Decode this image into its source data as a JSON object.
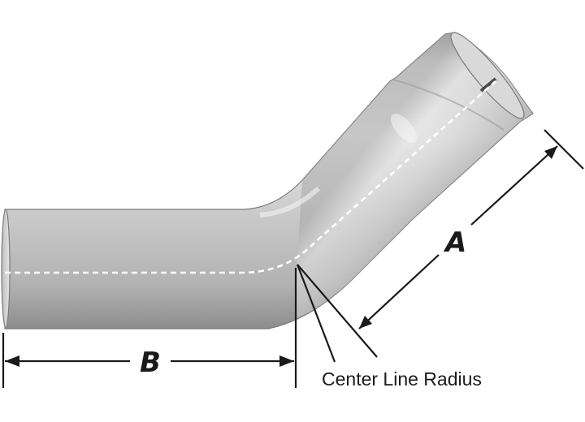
{
  "labels": {
    "a": "A",
    "b": "B",
    "radius": "Center Line Radius"
  },
  "colors": {
    "pipe_light": "#e2e2e2",
    "pipe_mid": "#bdbdbd",
    "pipe_dark": "#8f8f8f",
    "centerline": "#ffffff",
    "ink": "#1a1a1a"
  }
}
